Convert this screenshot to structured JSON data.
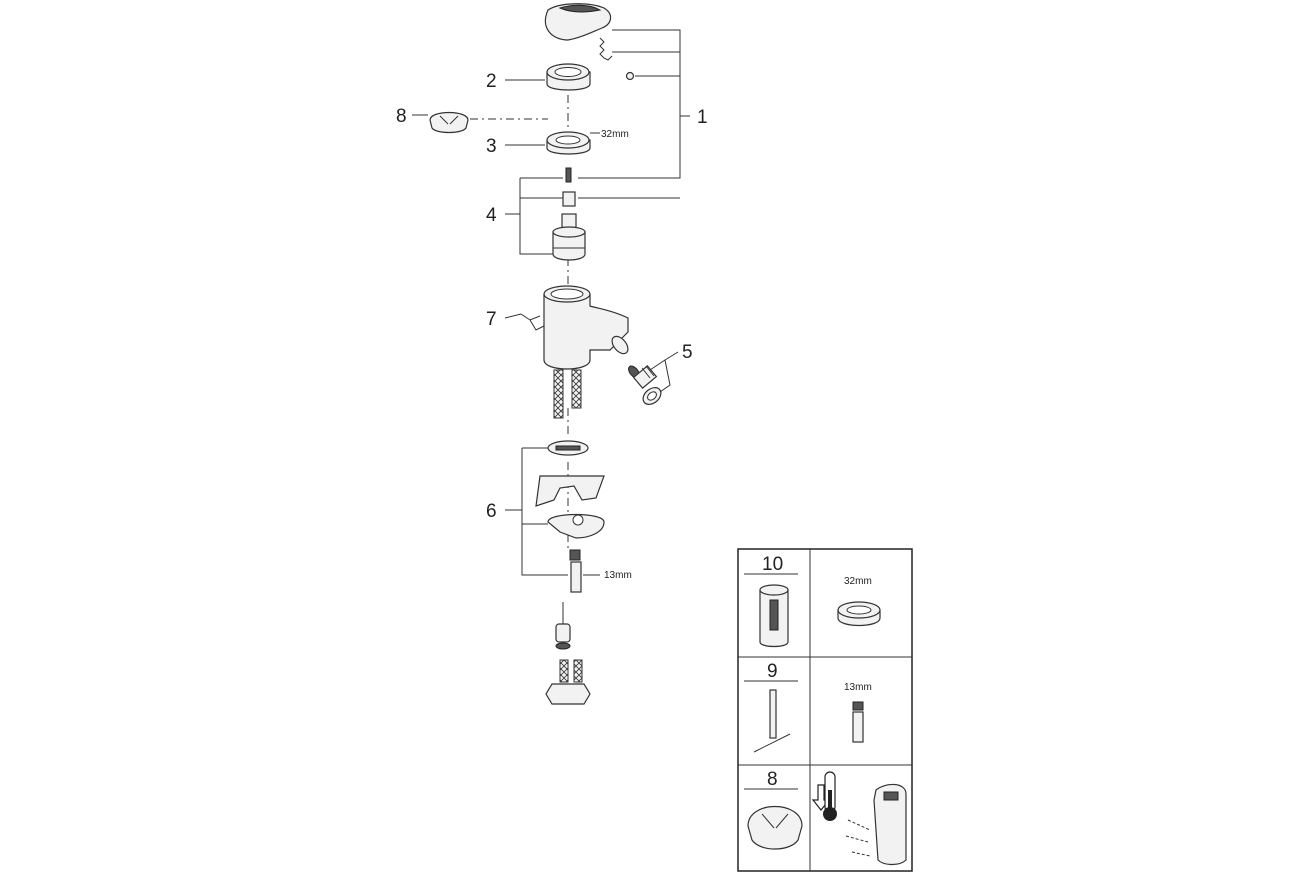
{
  "callouts": {
    "c1": "1",
    "c2": "2",
    "c3": "3",
    "c4": "4",
    "c5": "5",
    "c6": "6",
    "c7": "7",
    "c8": "8"
  },
  "dimensions": {
    "nut_size": "32mm",
    "rod_size": "13mm"
  },
  "accessory_table": {
    "rows": [
      {
        "number": "10",
        "dimension": "32mm"
      },
      {
        "number": "9",
        "dimension": "13mm"
      },
      {
        "number": "8",
        "dimension": ""
      }
    ]
  }
}
